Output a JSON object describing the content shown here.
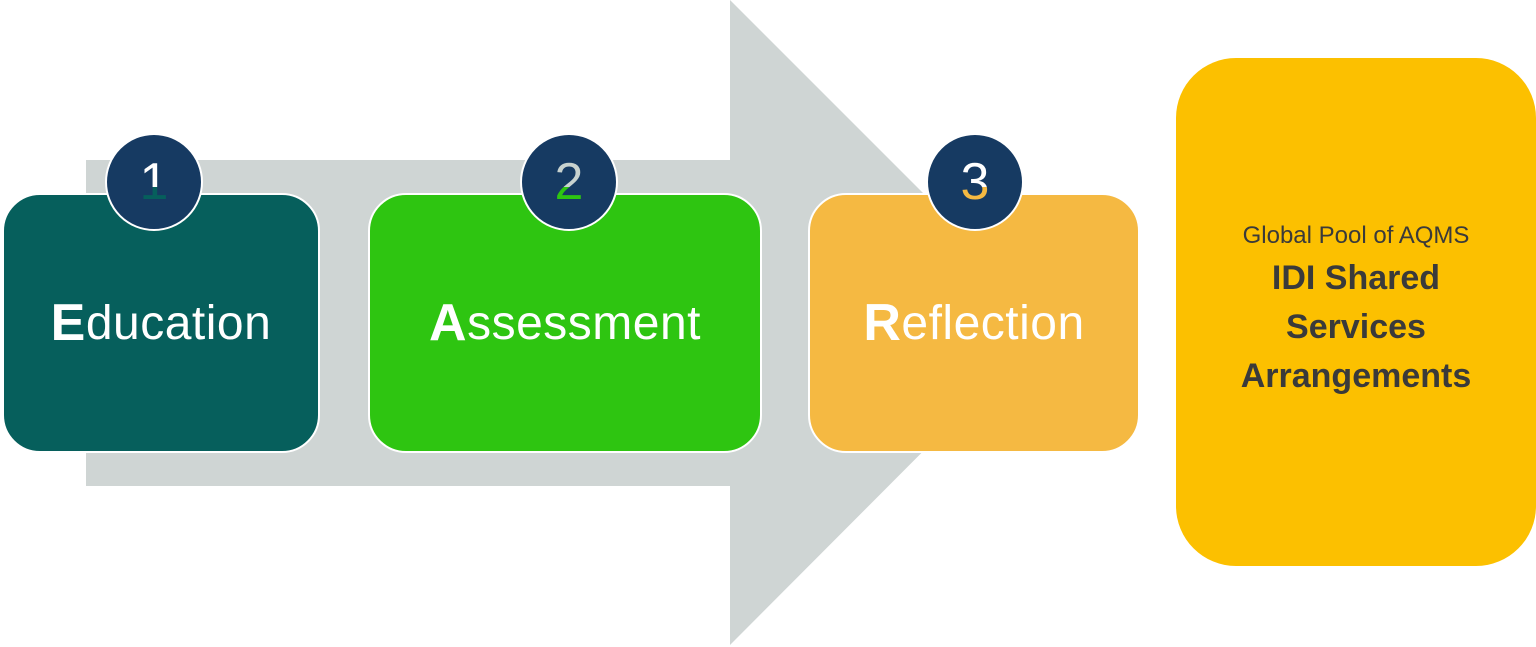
{
  "steps": [
    {
      "number": "1",
      "initial": "E",
      "rest": "ducation",
      "color": "#065f5c"
    },
    {
      "number": "2",
      "initial": "A",
      "rest": "ssessment",
      "color": "#2ec511"
    },
    {
      "number": "3",
      "initial": "R",
      "rest": "eflection",
      "color": "#f5b942"
    }
  ],
  "pool": {
    "subtitle": "Global Pool of AQMS",
    "title_lines": [
      "IDI Shared",
      "Services",
      "Arrangements"
    ],
    "color": "#fcc000"
  },
  "colors": {
    "arrow": "#cfd5d4",
    "badge": "#163a62"
  }
}
